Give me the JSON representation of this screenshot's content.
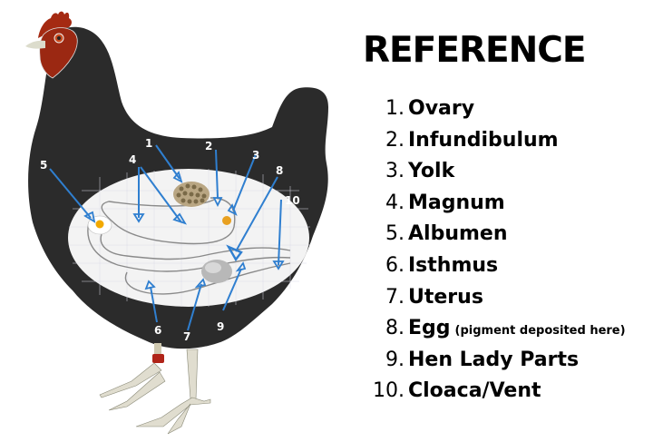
{
  "reference": {
    "title": "REFERENCE",
    "items": [
      {
        "num": "1.",
        "label": "Ovary",
        "note": ""
      },
      {
        "num": "2.",
        "label": "Infundibulum",
        "note": ""
      },
      {
        "num": "3.",
        "label": "Yolk",
        "note": ""
      },
      {
        "num": "4.",
        "label": "Magnum",
        "note": ""
      },
      {
        "num": "5.",
        "label": "Albumen",
        "note": ""
      },
      {
        "num": "6.",
        "label": "Isthmus",
        "note": ""
      },
      {
        "num": "7.",
        "label": "Uterus",
        "note": ""
      },
      {
        "num": "8.",
        "label": "Egg",
        "note": "(pigment deposited here)"
      },
      {
        "num": "9.",
        "label": "Hen Lady Parts",
        "note": ""
      },
      {
        "num": "10.",
        "label": "Cloaca/Vent",
        "note": ""
      }
    ]
  },
  "diagram": {
    "callouts": [
      "1",
      "2",
      "3",
      "4",
      "5",
      "6",
      "7",
      "8",
      "9",
      "10"
    ],
    "colors": {
      "body": "#2b2b2b",
      "comb": "#a52a12",
      "arrow": "#2f7fd0",
      "cavity": "#f2f2f2",
      "legs": "#e0ddcf"
    }
  }
}
